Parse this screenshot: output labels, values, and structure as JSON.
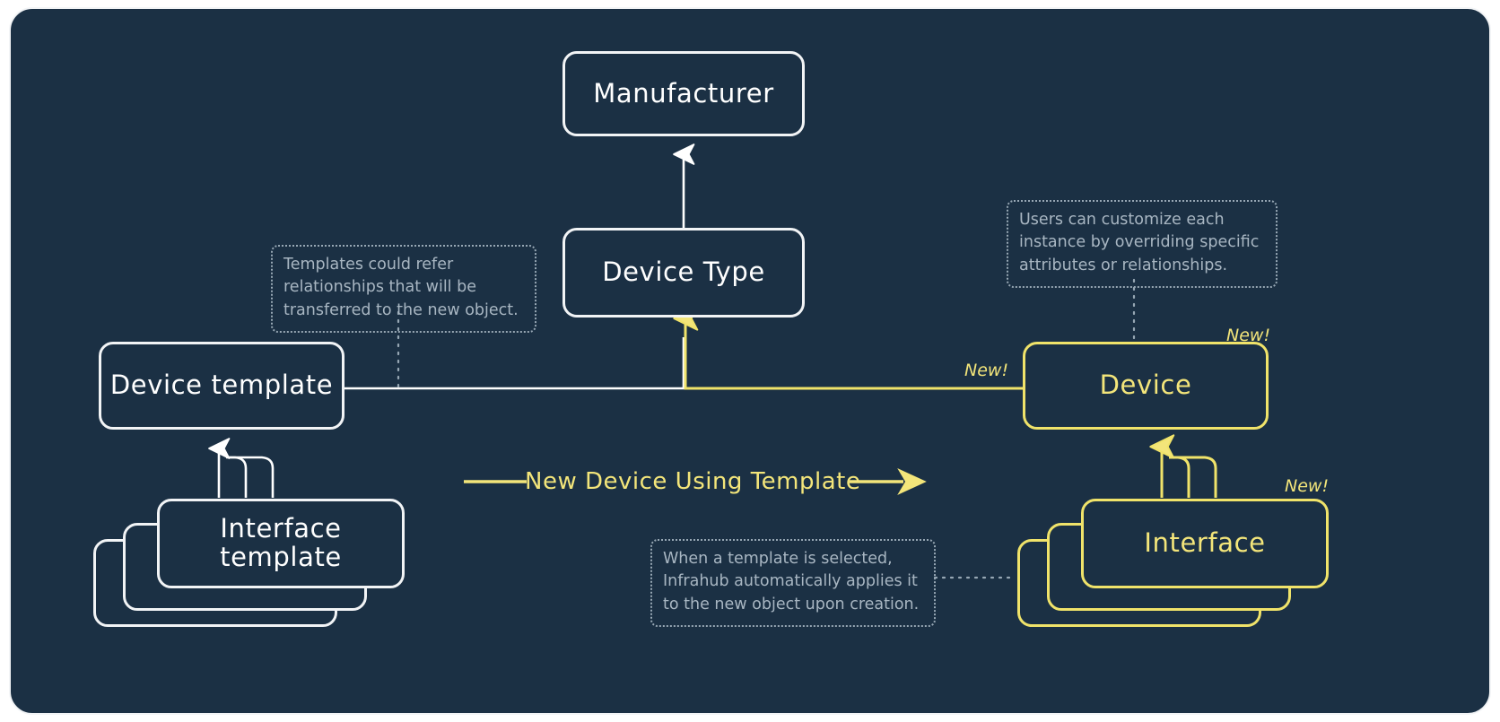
{
  "canvas": {
    "background_color": "#1b3044",
    "border_color": "#f2f4f6",
    "accent_white": "#ffffff",
    "accent_yellow": "#f3e57a",
    "note_text_color": "#a8b6c2"
  },
  "nodes": {
    "manufacturer": {
      "label": "Manufacturer",
      "color": "#ffffff"
    },
    "device_type": {
      "label": "Device Type",
      "color": "#ffffff"
    },
    "device_template": {
      "label": "Device template",
      "color": "#ffffff"
    },
    "interface_template": {
      "label": "Interface template",
      "color": "#ffffff"
    },
    "device": {
      "label": "Device",
      "color": "#f3e57a"
    },
    "interface": {
      "label": "Interface",
      "color": "#f3e57a"
    }
  },
  "badges": {
    "device_new": "New!",
    "interface_new": "New!",
    "device_edge_new": "New!"
  },
  "flow": {
    "label": "New Device Using Template"
  },
  "notes": {
    "templates_refer": "Templates could refer\nrelationships that will be\ntransferred to the new object.",
    "users_customize": "Users can customize each\ninstance by overriding specific\nattributes or relationships.",
    "template_selected": "When a template is selected,\nInfrahub automatically applies it\nto the new object upon creation."
  }
}
